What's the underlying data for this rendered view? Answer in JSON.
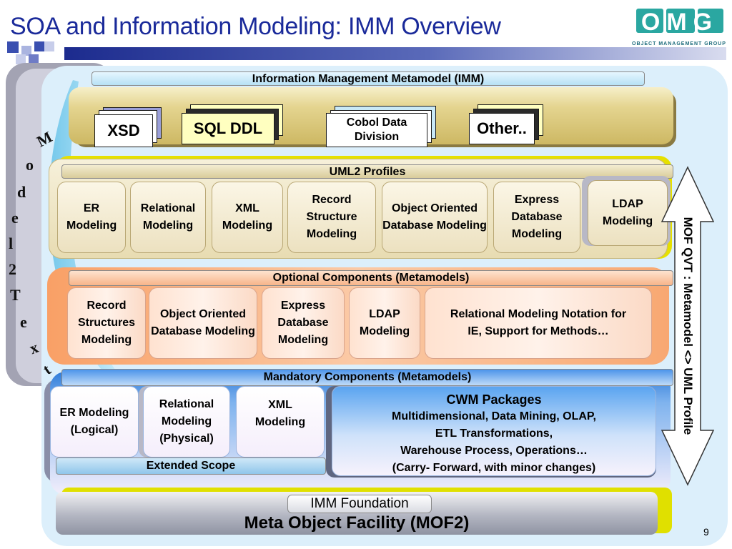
{
  "slide": {
    "title": "SOA and Information Modeling: IMM Overview",
    "page_number": "9"
  },
  "logo": {
    "letters": "OMG",
    "tagline": "OBJECT MANAGEMENT GROUP"
  },
  "imm": {
    "label": "Information Management Metamodel (IMM)"
  },
  "formats": [
    "XSD",
    "SQL DDL",
    "Cobol Data Division",
    "Other.."
  ],
  "uml2": {
    "label": "UML2 Profiles",
    "items": [
      "ER Modeling",
      "Relational Modeling",
      "XML Modeling",
      "Record Structure Modeling",
      "Object Oriented Database Modeling",
      "Express Database Modeling",
      "LDAP Modeling"
    ]
  },
  "optional": {
    "label": "Optional Components (Metamodels)",
    "items": [
      "Record Structures Modeling",
      "Object Oriented Database Modeling",
      "Express Database Modeling",
      "LDAP Modeling",
      "Relational Modeling Notation for IE, Support for Methods…"
    ]
  },
  "mandatory": {
    "label": "Mandatory Components (Metamodels)",
    "items": [
      "ER Modeling (Logical)",
      "Relational Modeling (Physical)",
      "XML Modeling"
    ],
    "cwm": {
      "title": "CWM Packages",
      "lines": [
        "Multidimensional, Data Mining, OLAP,",
        "ETL Transformations,",
        "Warehouse Process, Operations…",
        "(Carry- Forward, with minor changes)"
      ]
    },
    "extended_scope": "Extended Scope"
  },
  "foundation": {
    "label": "IMM Foundation",
    "mof": "Meta Object Facility (MOF2)"
  },
  "side_arrow": {
    "label": "MOF QVT : Metamodel <> UML Profile"
  },
  "model2text": {
    "letters": [
      "M",
      "o",
      "d",
      "e",
      "l",
      "2",
      "T",
      "e",
      "x",
      "t"
    ]
  }
}
